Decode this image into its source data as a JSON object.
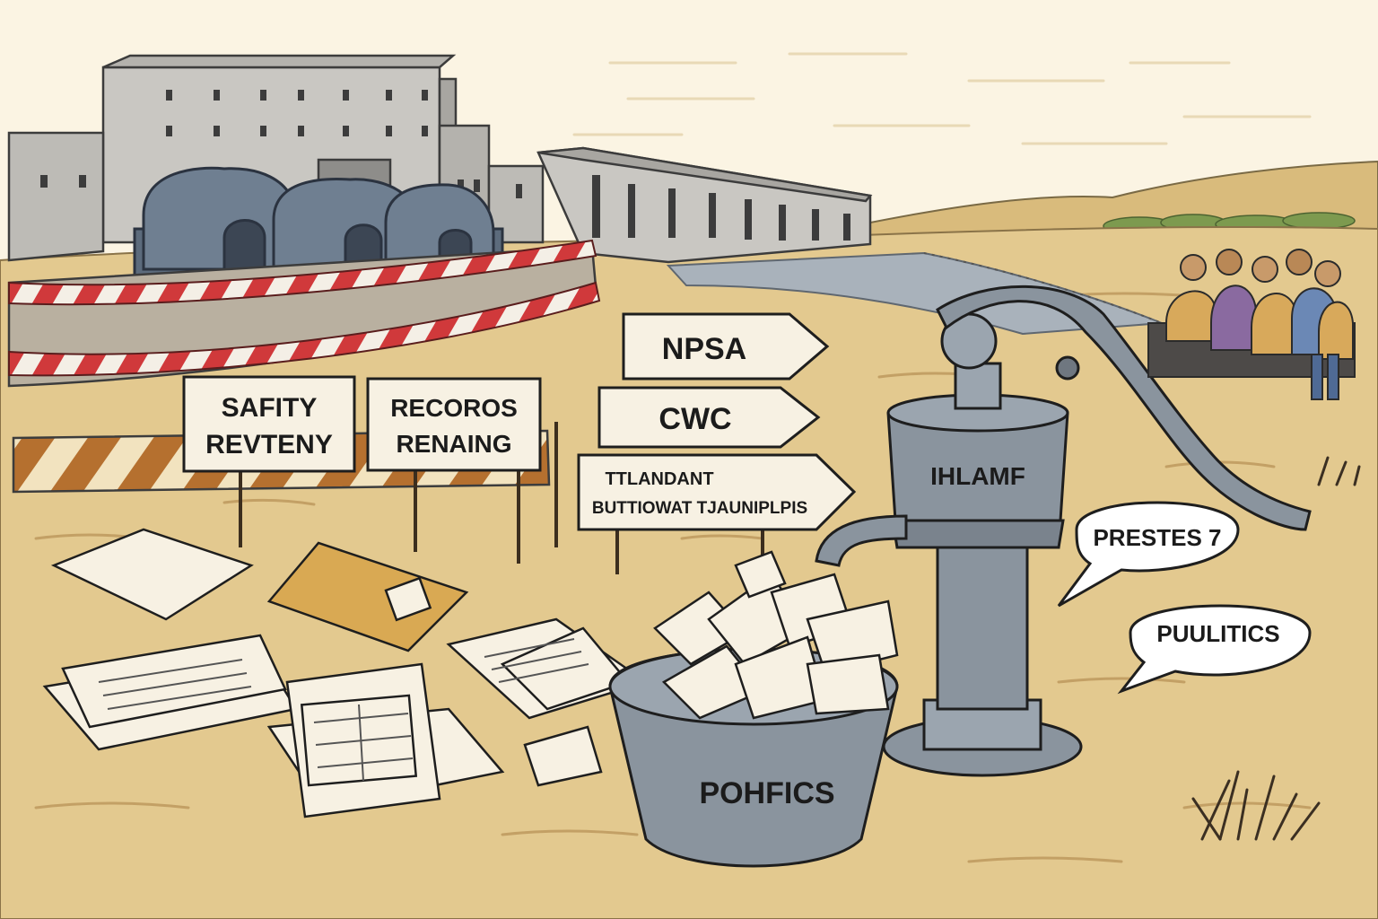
{
  "palette": {
    "sky": "#fbf4e3",
    "sand": "#e3c98f",
    "sand_dark": "#c9a867",
    "building": "#c9c7c2",
    "building_dark": "#8e8d8a",
    "tank": "#6f7f91",
    "tape_red": "#d0393b",
    "tape_white": "#f4efe6",
    "pump": "#8a949e",
    "paper": "#f7f1e3",
    "ink": "#1e1e1e"
  },
  "signs": {
    "safety": {
      "line1": "SAFITY",
      "line2": "REVTENY"
    },
    "records": {
      "line1": "RECOROS",
      "line2": "RENAING"
    },
    "arrow_npsa": "NPSA",
    "arrow_cwc": "CWC",
    "arrow_third": {
      "line1": "TTLANDANT",
      "line2": "BUTTIOWAT TJAUNIPLPIS"
    }
  },
  "pump": {
    "label": "IHLAMF"
  },
  "bucket": {
    "label": "POHFICS"
  },
  "bubbles": {
    "top": "PRESTES 7",
    "bottom": "PUULITICS"
  }
}
